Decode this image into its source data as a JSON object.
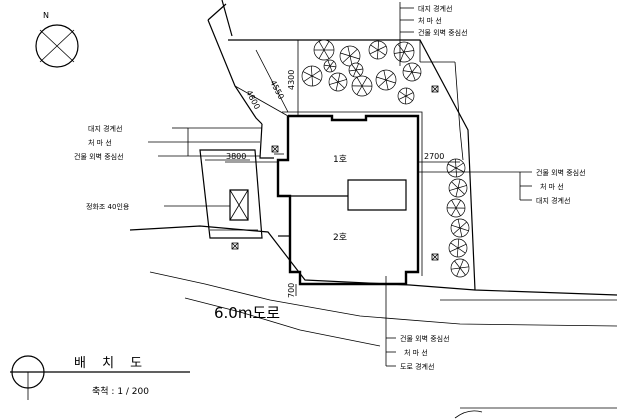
{
  "north_label": "N",
  "title": "배 치 도",
  "scale_label": "축척 : 1 / 200",
  "road_label": "6.0m도로",
  "rooms": {
    "unit1": "1호",
    "unit2": "2호"
  },
  "dimensions": {
    "d4550": "4550",
    "d4800": "4800",
    "d4300": "4300",
    "d3800": "3800",
    "d2700": "2700",
    "d700": "700"
  },
  "callouts": {
    "top_right": [
      "대지 경계선",
      "처 마 선",
      "건물 외벽 중심선"
    ],
    "left": [
      "대지 경계선",
      "처 마 선",
      "건물 외벽 중심선"
    ],
    "right": [
      "건물 외벽 중심선",
      "처 마 선",
      "대지 경계선"
    ],
    "bottom": [
      "건물 외벽 중심선",
      "처 마 선",
      "도로 경계선"
    ],
    "parking": "정화조 40인용"
  }
}
